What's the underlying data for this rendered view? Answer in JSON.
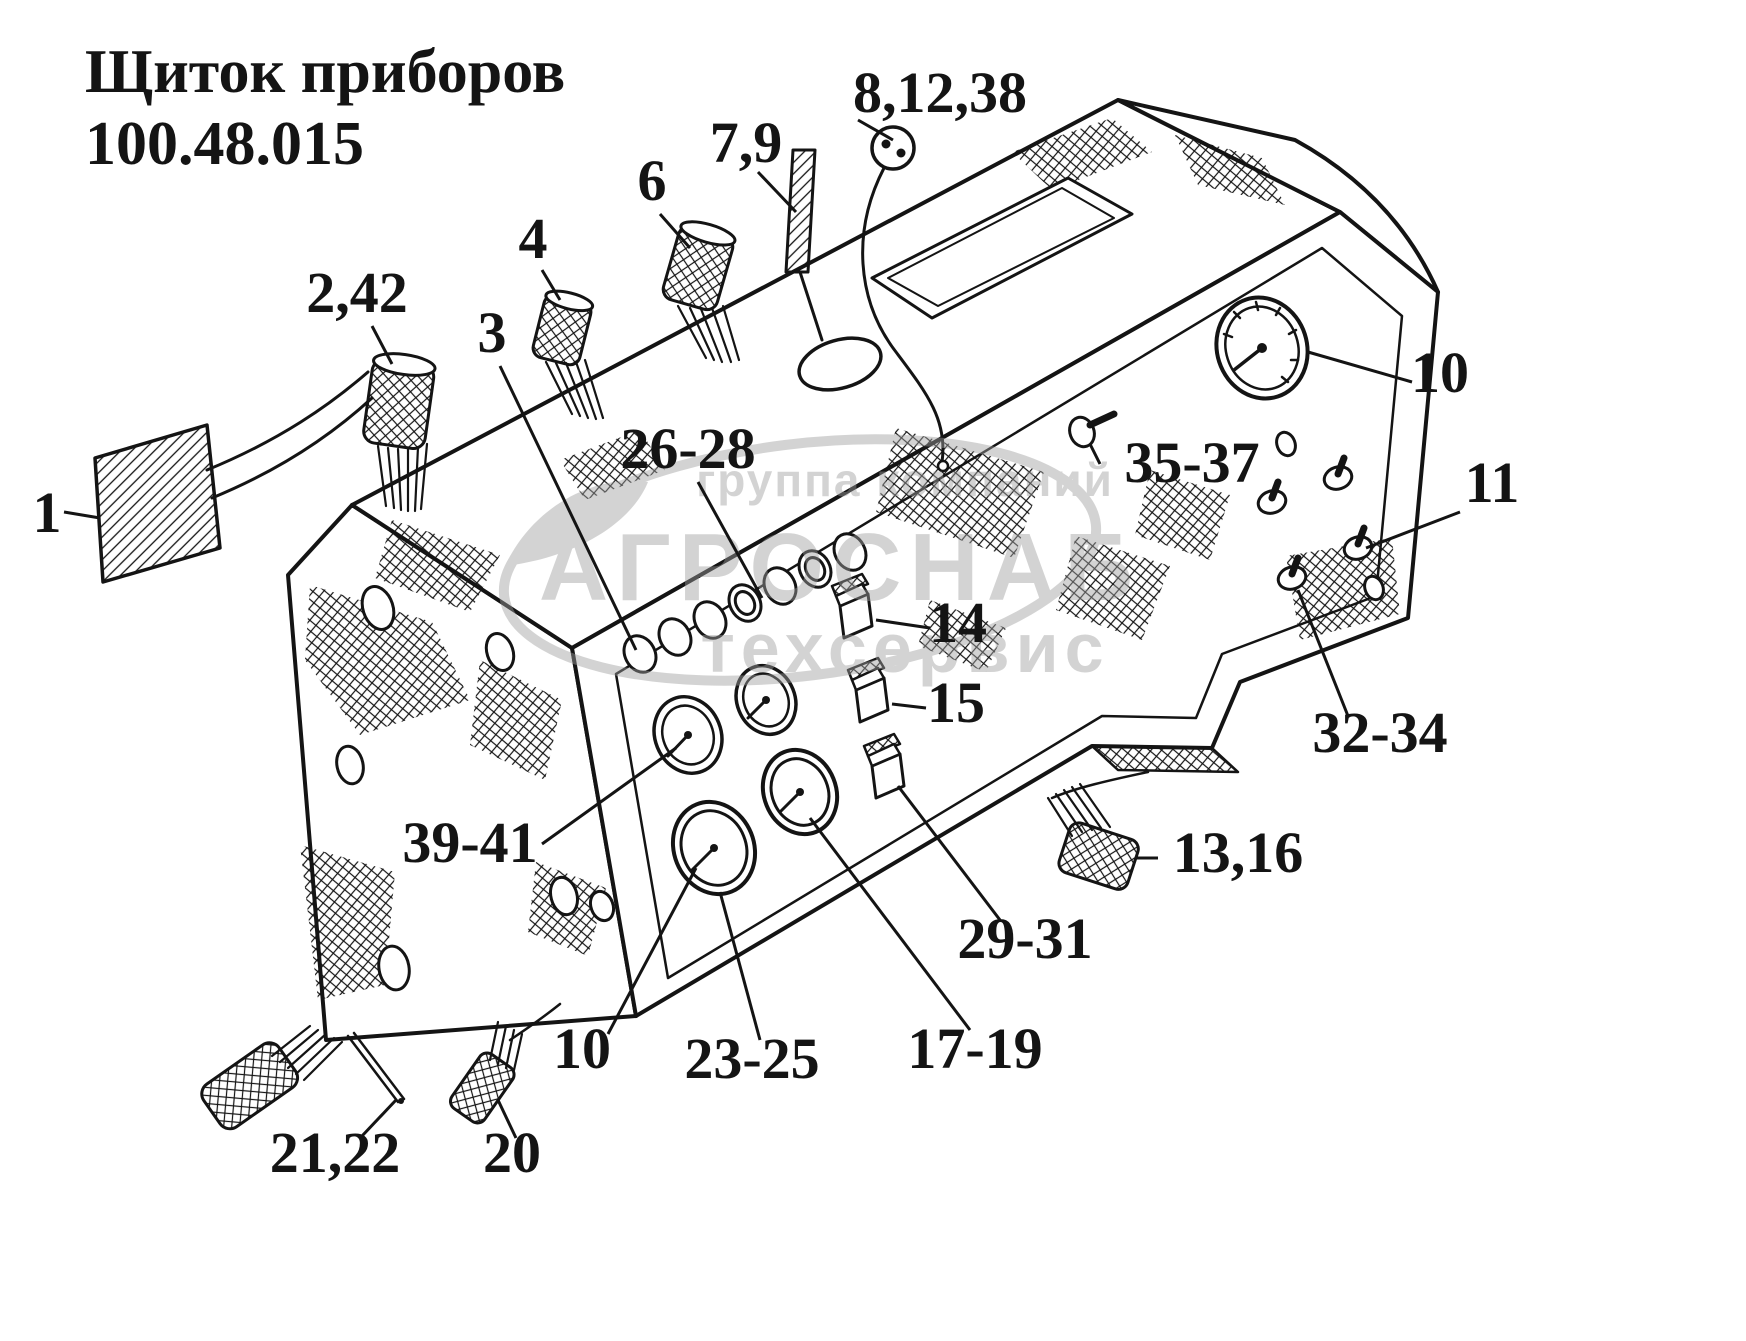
{
  "title": {
    "line1": "Щиток приборов",
    "line2": "100.48.015"
  },
  "watermark": {
    "line1": "группа компаний",
    "line2": "АГРОСНАБ",
    "line3": "техсервис"
  },
  "callouts": [
    {
      "part": "8,12,38",
      "label": "8,12,38"
    },
    {
      "part": "7,9",
      "label": "7,9"
    },
    {
      "part": "6",
      "label": "6"
    },
    {
      "part": "4",
      "label": "4"
    },
    {
      "part": "2,42",
      "label": "2,42"
    },
    {
      "part": "3",
      "label": "3"
    },
    {
      "part": "26-28",
      "label": "26-28"
    },
    {
      "part": "10",
      "label": "10"
    },
    {
      "part": "35-37",
      "label": "35-37"
    },
    {
      "part": "11",
      "label": "11"
    },
    {
      "part": "1",
      "label": "1"
    },
    {
      "part": "14",
      "label": "14"
    },
    {
      "part": "15",
      "label": "15"
    },
    {
      "part": "32-34",
      "label": "32-34"
    },
    {
      "part": "39-41",
      "label": "39-41"
    },
    {
      "part": "13,16",
      "label": "13,16"
    },
    {
      "part": "29-31",
      "label": "29-31"
    },
    {
      "part": "10",
      "label": "10"
    },
    {
      "part": "23-25",
      "label": "23-25"
    },
    {
      "part": "17-19",
      "label": "17-19"
    },
    {
      "part": "21,22",
      "label": "21,22"
    },
    {
      "part": "20",
      "label": "20"
    }
  ],
  "colors": {
    "ink": "#141414",
    "paper": "#ffffff",
    "watermark": "#a8a8a8"
  }
}
